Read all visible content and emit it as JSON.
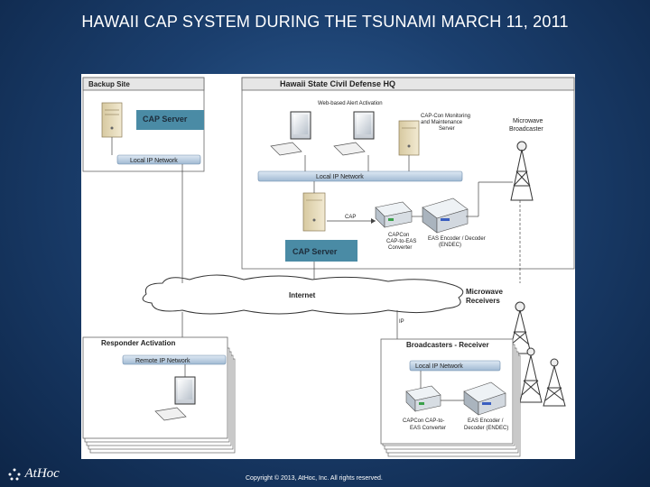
{
  "title": "HAWAII CAP SYSTEM DURING THE TSUNAMI MARCH 11, 2011",
  "footer": "Copyright © 2013, AtHoc, Inc. All rights reserved.",
  "logo": "AtHoc",
  "diagram": {
    "backup_site": "Backup Site",
    "hq": "Hawaii State Civil Defense HQ",
    "web_alert": "Web-based Alert Activation",
    "capcon_monitor": [
      "CAP-Con Monitoring",
      "and Maintenance",
      "Server"
    ],
    "microwave_broadcaster": [
      "Microwave",
      "Broadcaster"
    ],
    "cap_server": "CAP Server",
    "local_ip": "Local IP Network",
    "cap": "CAP",
    "capcon_hq": [
      "CAPCon",
      "CAP-to-EAS",
      "Converter"
    ],
    "eas_hq": [
      "EAS Encoder / Decoder",
      "(ENDEC)"
    ],
    "internet": "Internet",
    "microwave_receivers": [
      "Microwave",
      "Receivers"
    ],
    "ip": "IP",
    "responder_activation": "Responder Activation",
    "remote_ip": "Remote IP Network",
    "broadcasters_receiver": "Broadcasters - Receiver",
    "capcon_bc": [
      "CAPCon CAP-to-",
      "EAS Converter"
    ],
    "eas_bc": [
      "EAS Encoder /",
      "Decoder (ENDEC)"
    ]
  },
  "colors": {
    "cap_server_fill": "#4a8ba5",
    "network_bar": "#b7cde0"
  }
}
